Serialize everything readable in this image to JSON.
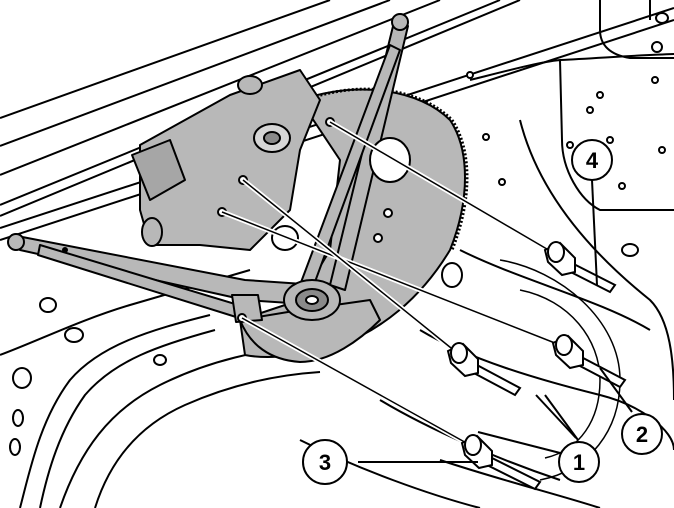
{
  "diagram": {
    "callouts": [
      {
        "id": "1",
        "label": "1"
      },
      {
        "id": "2",
        "label": "2"
      },
      {
        "id": "3",
        "label": "3"
      },
      {
        "id": "4",
        "label": "4"
      }
    ],
    "colors": {
      "background": "#ffffff",
      "line": "#000000",
      "regulator_fill": "#b8b8b8",
      "regulator_dark": "#8a8a8a"
    }
  }
}
